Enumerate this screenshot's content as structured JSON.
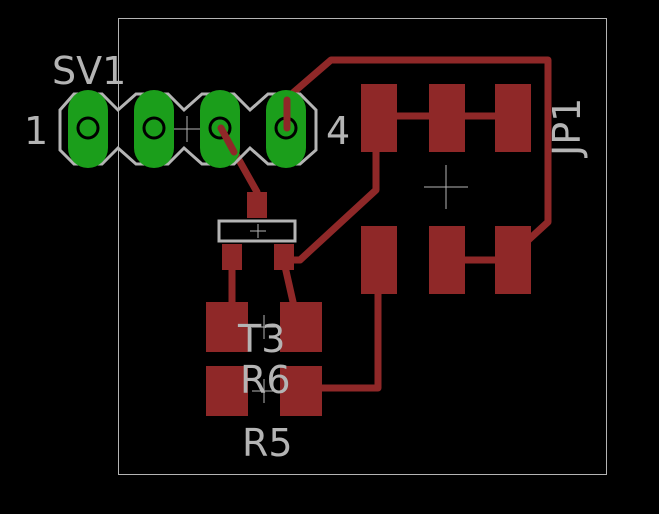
{
  "board": {
    "background_color": "#000000",
    "outline_color": "#B4B4B4",
    "copper_color": "#8F2828",
    "through_hole_pad_color": "#1B9E1B",
    "silkscreen_color": "#B4B4B4"
  },
  "components": {
    "sv1": {
      "name": "SV1",
      "pin_first": "1",
      "pin_last": "4"
    },
    "jp1": {
      "name": "JP1"
    },
    "t3": {
      "name": "T3"
    },
    "r6": {
      "name": "R6"
    },
    "r5": {
      "name": "R5"
    }
  }
}
